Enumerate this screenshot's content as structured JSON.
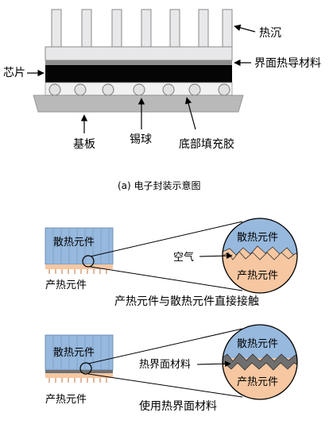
{
  "diagram_a": {
    "labels": {
      "heat_sink": "热沉",
      "chip": "芯片",
      "tim": "界面热导材料",
      "substrate": "基板",
      "solder_ball": "锡球",
      "underfill": "底部填充胶"
    },
    "caption": "(a) 电子封装示意图"
  },
  "diagram_b": {
    "top": {
      "dissipator_label": "散热元件",
      "zoom_dissipator_label": "散热元件",
      "air_label": "空气",
      "zoom_generator_label": "产热元件",
      "generator_label": "产热元件",
      "caption": "产热元件与散热元件直接接触"
    },
    "bottom": {
      "dissipator_label": "散热元件",
      "zoom_dissipator_label": "散热元件",
      "tim_label": "热界面材料",
      "zoom_generator_label": "产热元件",
      "generator_label": "产热元件",
      "caption": "使用热界面材料"
    }
  },
  "colors": {
    "heat_sink": "#e8e8ea",
    "tim": "#8f8f8f",
    "chip": "#050505",
    "substrate": "#b9b9b9",
    "solder": "#e2e2e2",
    "dissipator": "#97b9de",
    "generator": "#f6c7a1",
    "tim_material": "#6f6f6f"
  }
}
